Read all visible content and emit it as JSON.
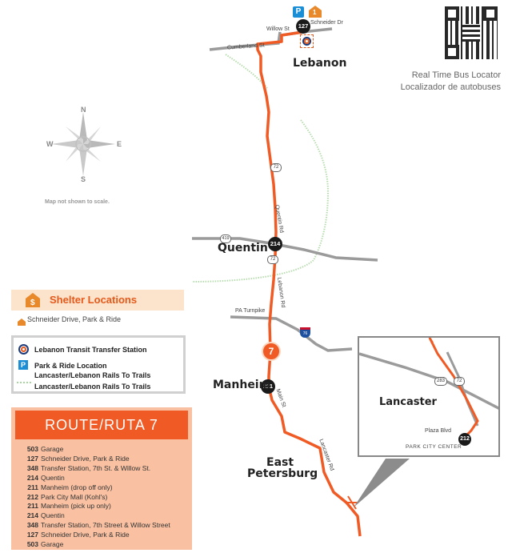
{
  "towns": {
    "lebanon": "Lebanon",
    "quentin": "Quentin",
    "manheim": "Manheim",
    "east_petersburg_line1": "East",
    "east_petersburg_line2": "Petersburg",
    "lancaster": "Lancaster"
  },
  "streets": {
    "willow": "Willow St",
    "schneider": "Schneider Dr",
    "cumberland": "Cumberland St",
    "quentin_rd": "Quentin Rd",
    "lebanon_rd": "Lebanon Rd",
    "pa_turnpike": "PA Turnpike",
    "main_st": "Main St",
    "lancaster_rd": "Lancaster Rd",
    "plaza_blvd": "Plaza Blvd",
    "park_city_center": "PARK CITY CENTER"
  },
  "route_shields": {
    "r72a": "72",
    "r72b": "72",
    "r419": "419",
    "r283": "283",
    "r72c": "72",
    "i76": "76"
  },
  "stop_markers": {
    "s127": "127",
    "s214": "214",
    "s211": "211",
    "s212": "212",
    "route": "7",
    "shelter_num": "1"
  },
  "compass": {
    "n": "N",
    "s": "S",
    "e": "E",
    "w": "W"
  },
  "scale_note": "Map not shown to scale.",
  "qr": {
    "line1": "Real Time Bus Locator",
    "line2": "Localizador de autobuses"
  },
  "shelter": {
    "title": "Shelter Locations",
    "item": "Schneider Drive, Park & Ride"
  },
  "legend": {
    "transfer": "Lebanon Transit Transfer Station",
    "park_ride": "Park & Ride Location",
    "trails_a": "Lancaster/Lebanon Rails To Trails",
    "trails_b": "Lancaster/Lebanon Rails To Trails"
  },
  "route_panel": {
    "title": "ROUTE/RUTA 7",
    "stops": [
      {
        "code": "503",
        "name": "Garage"
      },
      {
        "code": "127",
        "name": "Schneider Drive, Park & Ride"
      },
      {
        "code": "348",
        "name": "Transfer Station, 7th St. & Willow St."
      },
      {
        "code": "214",
        "name": "Quentin"
      },
      {
        "code": "211",
        "name": "Manheim (drop off only)"
      },
      {
        "code": "212",
        "name": "Park City Mall (Kohl's)"
      },
      {
        "code": "211",
        "name": "Manheim (pick up only)"
      },
      {
        "code": "214",
        "name": "Quentin"
      },
      {
        "code": "348",
        "name": "Transfer Station, 7th Street & Willow Street"
      },
      {
        "code": "127",
        "name": "Schneider Drive, Park & Ride"
      },
      {
        "code": "503",
        "name": "Garage"
      }
    ]
  },
  "colors": {
    "route": "#f05a24",
    "roads": "#9b9b9b",
    "trail": "#a8d5a0",
    "stop": "#1a1a1a"
  }
}
